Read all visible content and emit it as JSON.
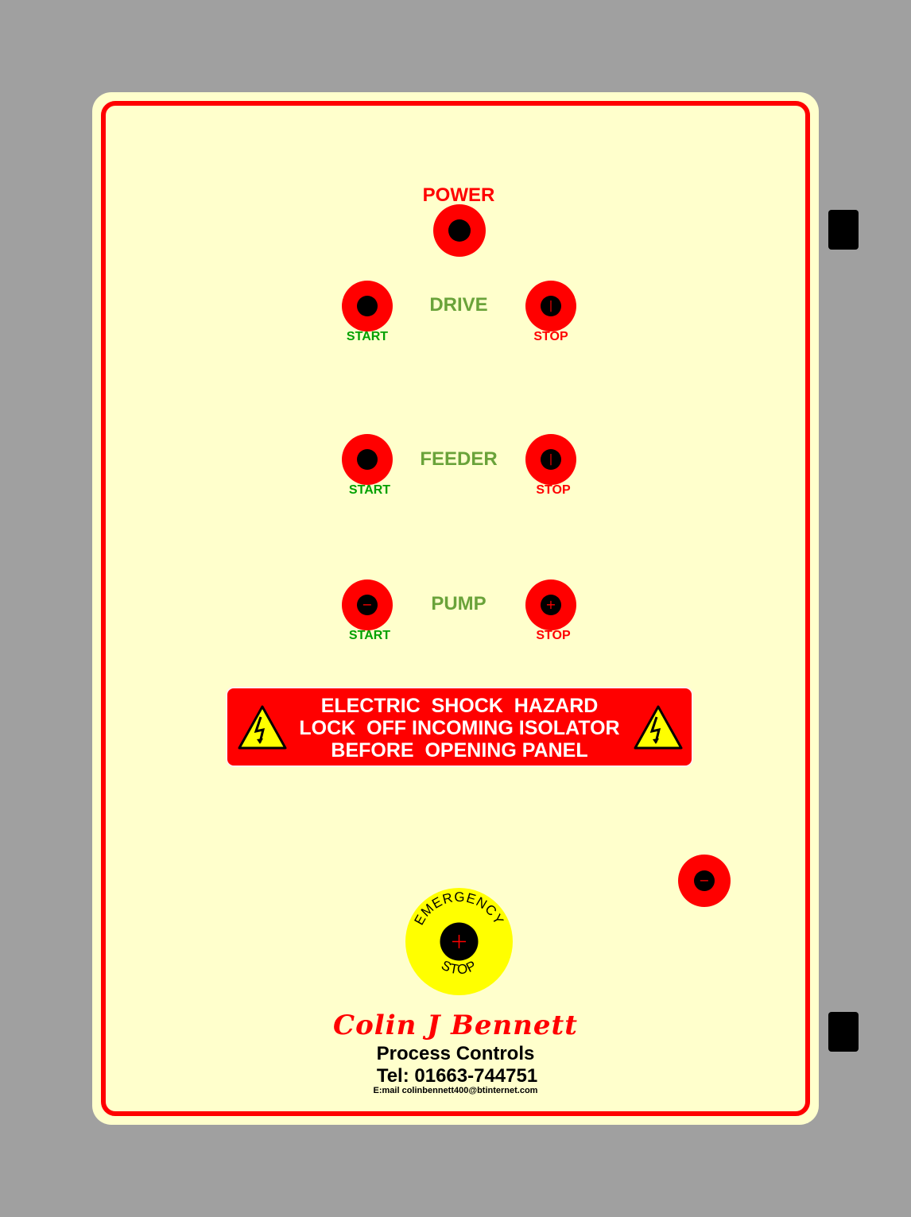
{
  "panel": {
    "power_label": "POWER",
    "groups": [
      {
        "name": "DRIVE",
        "start_label": "START",
        "stop_label": "STOP"
      },
      {
        "name": "FEEDER",
        "start_label": "START",
        "stop_label": "STOP"
      },
      {
        "name": "PUMP",
        "start_label": "START",
        "stop_label": "STOP"
      }
    ],
    "warning": {
      "line1": "ELECTRIC  SHOCK  HAZARD",
      "line2": "LOCK  OFF INCOMING ISOLATOR",
      "line3": "BEFORE  OPENING PANEL"
    },
    "emergency": {
      "top_text": "EMERGENCY",
      "bottom_text": "STOP"
    },
    "brand": {
      "name": "Colin J Bennett",
      "subtitle": "Process Controls",
      "tel": "Tel: 01663-744751",
      "email": "E:mail colinbennett400@btinternet.com"
    }
  },
  "colors": {
    "background": "#a0a0a0",
    "panel": "#ffffcc",
    "accent_red": "#ff0000",
    "group_label": "#6aa33a",
    "start_label": "#00a000",
    "emergency_yellow": "#ffff00"
  },
  "icons": {
    "warning": "electric-hazard-triangle-icon",
    "hinge": "hinge-block"
  }
}
